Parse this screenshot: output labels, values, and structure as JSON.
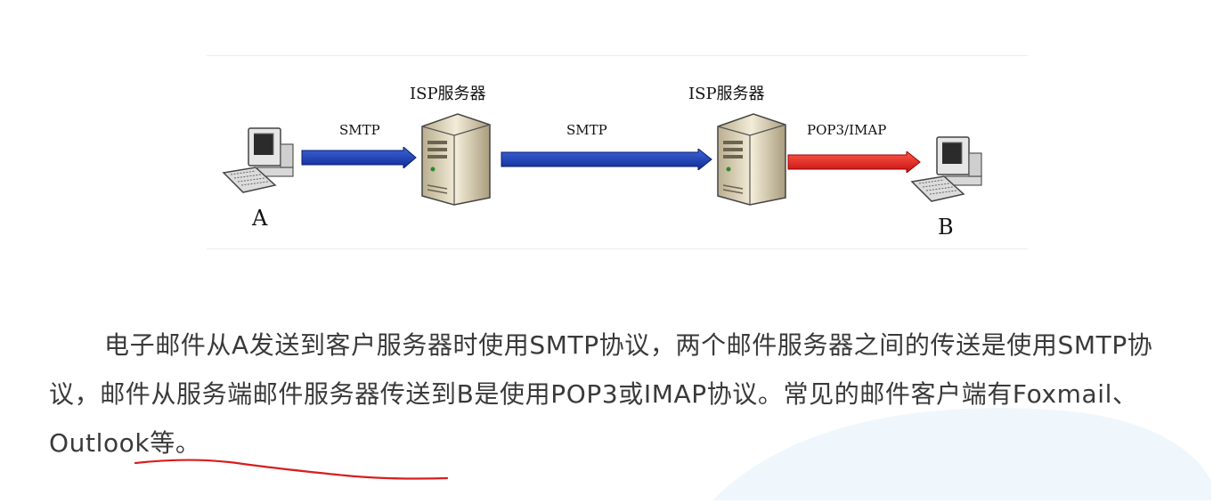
{
  "diagram": {
    "server_left_label": "ISP服务器",
    "server_right_label": "ISP服务器",
    "protocol_1": "SMTP",
    "protocol_2": "SMTP",
    "protocol_3": "POP3/IMAP",
    "node_a": "A",
    "node_b": "B"
  },
  "paragraph": {
    "text_line1": "电子邮件从A发送到客户服务器时使用SMTP协议，两个邮件服务器之间的传送是使",
    "text_line2": "用SMTP协议，邮件从服务端邮件服务器传送到B是使用POP3或IMAP协议。常见的邮件",
    "text_line3_pre": "客户端",
    "text_line3_marked": "有Foxmail、Outlook等",
    "text_line3_post": "。"
  },
  "colors": {
    "smtp_arrow": "#1a3fb8",
    "pop_arrow": "#e01818",
    "underline": "#d81e1e"
  }
}
